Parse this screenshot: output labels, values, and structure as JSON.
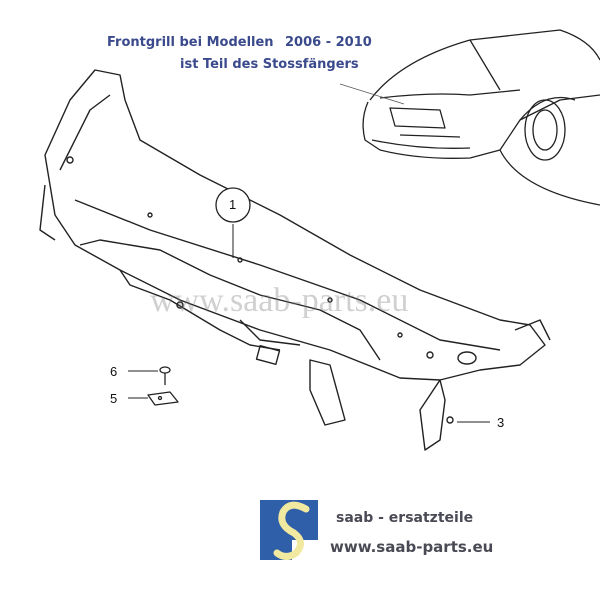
{
  "note": {
    "line1": "Frontgrill bei Modellen",
    "years": "2006 - 2010",
    "line2": "ist  Teil des Stossfängers"
  },
  "callouts": [
    {
      "label": "1"
    },
    {
      "label": "3"
    },
    {
      "label": "5"
    },
    {
      "label": "6"
    }
  ],
  "watermark": "www.saab-parts.eu",
  "brand": {
    "logo_letter": "S",
    "name": "saab - ersatzteile",
    "url": "www.saab-parts.eu"
  },
  "colors": {
    "note": "#3a4a8c",
    "logo_blue": "#2f5fa8",
    "logo_s": "#f1e9a0",
    "brand_text": "#4a4a55"
  }
}
